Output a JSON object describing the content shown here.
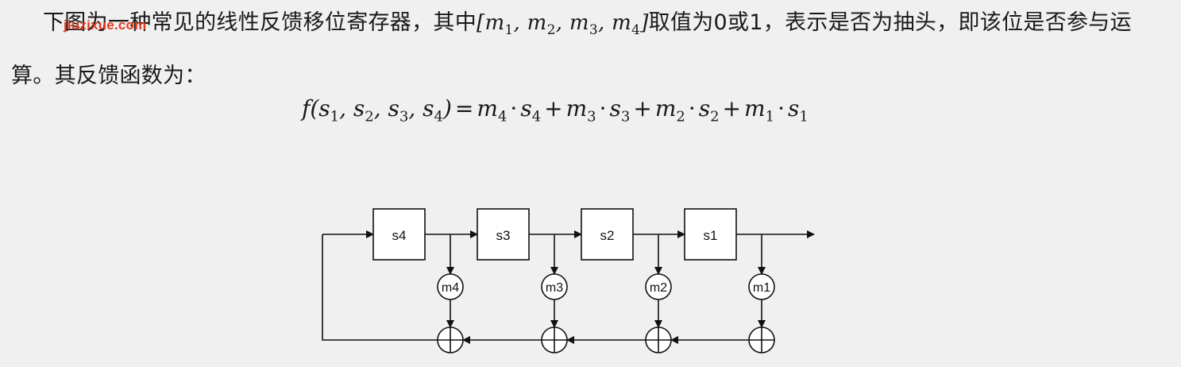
{
  "paragraph": {
    "text_a": "下图为一种常见的线性反馈移位寄存器，其中",
    "vector": "[m1, m2, m3, m4]",
    "text_b": "取值为0或1，表示是否为抽头，即该位是否参与运算。其反馈函数为："
  },
  "watermark": "jiuzixue.com",
  "formula": "f(s1, s2, s3, s4) = m4 · s4 + m3 · s3 + m2 · s2 + m1 · s1",
  "diagram": {
    "registers": [
      "s4",
      "s3",
      "s2",
      "s1"
    ],
    "taps": [
      "m4",
      "m3",
      "m2",
      "m1"
    ]
  }
}
